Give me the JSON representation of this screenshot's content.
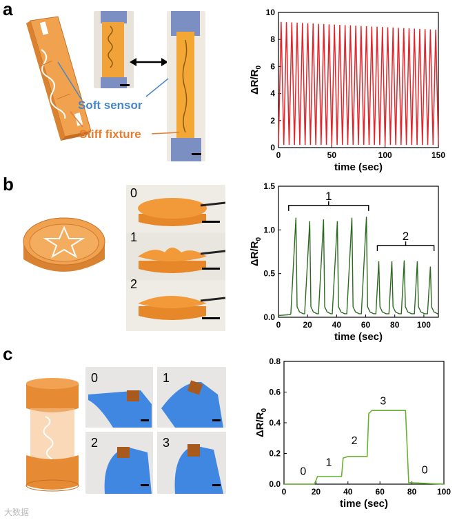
{
  "panels": {
    "a": {
      "letter": "a",
      "soft_sensor_label": "Soft sensor",
      "stiff_fixture_label": "Stiff fixture",
      "colors": {
        "soft": "#4a86c5",
        "stiff": "#e67c2e",
        "line": "#e0262b"
      }
    },
    "b": {
      "letter": "b",
      "states": [
        "0",
        "1",
        "2"
      ],
      "bracket_labels": [
        "1",
        "2"
      ],
      "colors": {
        "line": "#2d6a1f"
      }
    },
    "c": {
      "letter": "c",
      "states": [
        "0",
        "1",
        "2",
        "3"
      ],
      "step_labels": [
        "0",
        "1",
        "2",
        "3",
        "0"
      ],
      "colors": {
        "line": "#66b22e"
      }
    }
  },
  "chart_data": [
    {
      "type": "line",
      "panel": "a",
      "xlabel": "time (sec)",
      "ylabel_main": "ΔR/R",
      "ylabel_sub": "0",
      "xlim": [
        0,
        150
      ],
      "ylim": [
        0,
        10
      ],
      "xticks": [
        0,
        50,
        100,
        150
      ],
      "yticks": [
        0,
        2,
        4,
        6,
        8,
        10
      ],
      "cycles": 30,
      "peak_start": 9.3,
      "peak_end": 8.7,
      "trough": 0.2
    },
    {
      "type": "line",
      "panel": "b",
      "xlabel": "time (sec)",
      "ylabel_main": "ΔR/R",
      "ylabel_sub": "0",
      "xlim": [
        0,
        110
      ],
      "ylim": [
        0,
        1.5
      ],
      "xticks": [
        0,
        20,
        40,
        60,
        80,
        100
      ],
      "yticks": [
        "0.0",
        "0.5",
        "1.0",
        "1.5"
      ],
      "peaks_x": [
        12,
        21.5,
        31,
        40.5,
        50.5,
        60.5,
        69,
        78,
        86.5,
        95.5,
        104.5
      ],
      "peaks_y": [
        1.14,
        1.1,
        1.12,
        1.1,
        1.14,
        1.15,
        0.64,
        0.64,
        0.65,
        0.64,
        0.58
      ],
      "bracket_1": [
        7,
        62
      ],
      "bracket_2": [
        68,
        107
      ]
    },
    {
      "type": "line",
      "panel": "c",
      "xlabel": "time (sec)",
      "ylabel_main": "ΔR/R",
      "ylabel_sub": "0",
      "xlim": [
        0,
        100
      ],
      "ylim": [
        0,
        0.8
      ],
      "xticks": [
        0,
        20,
        40,
        60,
        80,
        100
      ],
      "yticks": [
        "0.0",
        "0.2",
        "0.4",
        "0.6",
        "0.8"
      ],
      "x": [
        0,
        19,
        21,
        36,
        37,
        40,
        52,
        53,
        55,
        76,
        78,
        100
      ],
      "y": [
        0.0,
        0.0,
        0.05,
        0.05,
        0.17,
        0.18,
        0.18,
        0.46,
        0.48,
        0.48,
        0.01,
        0.0
      ],
      "step_label_x": [
        12,
        28,
        44,
        62,
        88
      ],
      "step_label_y": [
        0.06,
        0.12,
        0.26,
        0.52,
        0.07
      ]
    }
  ],
  "watermark": "大数据"
}
